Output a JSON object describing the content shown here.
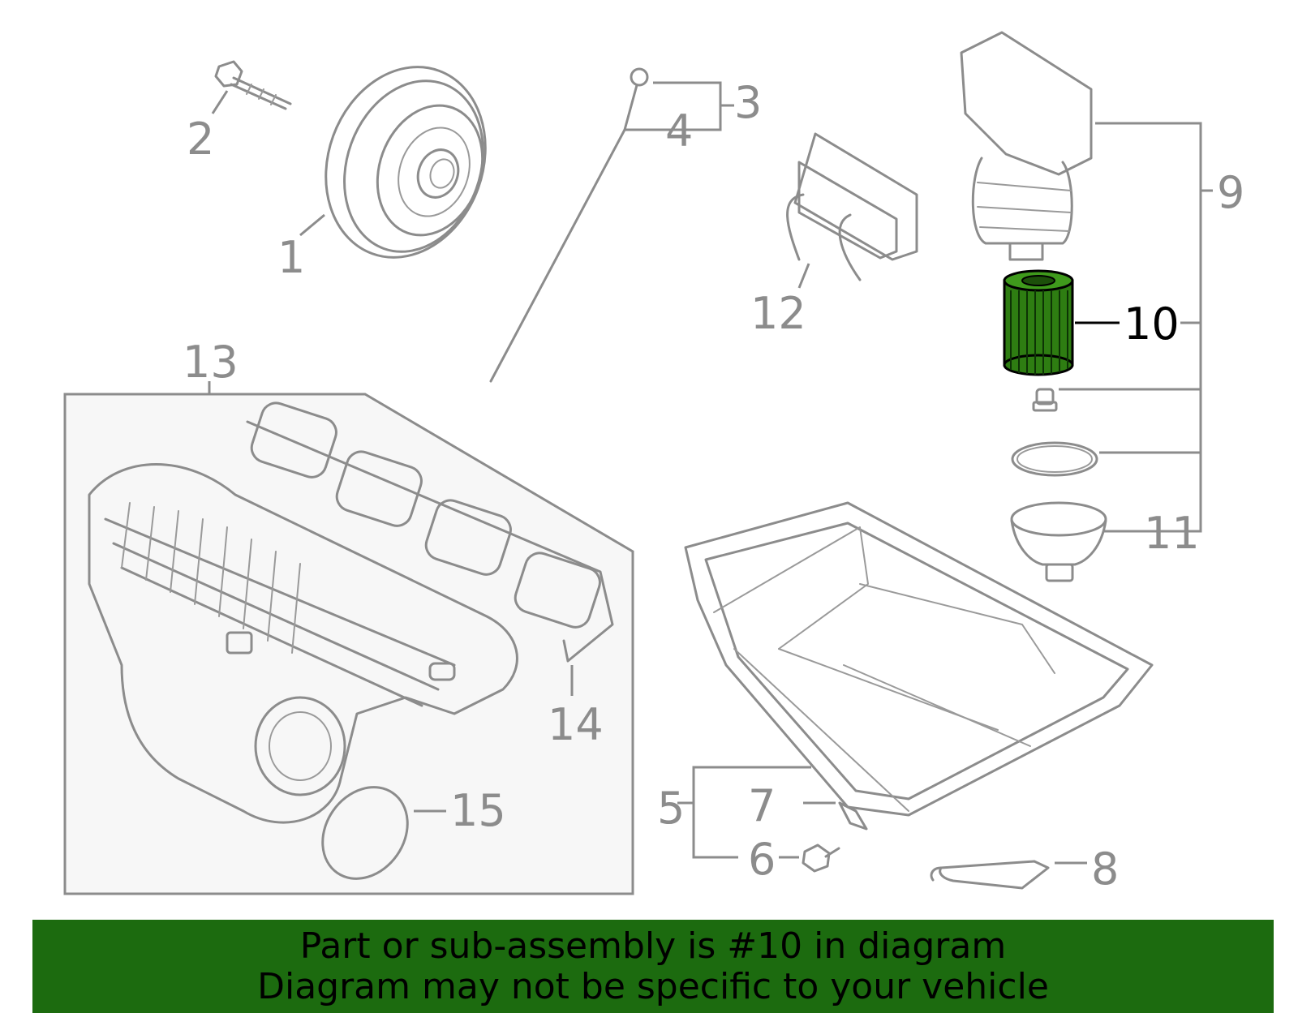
{
  "diagram": {
    "callouts": [
      "1",
      "2",
      "3",
      "4",
      "5",
      "6",
      "7",
      "8",
      "9",
      "10",
      "11",
      "12",
      "13",
      "14",
      "15"
    ],
    "highlight_callout": "10",
    "colors": {
      "line": "#8c8c8c",
      "highlight_fill": "#2e7d12",
      "highlight_text": "#000000",
      "panel_fill": "#f7f7f7",
      "banner": "#1c6b0f"
    }
  },
  "banner": {
    "line1": "Part or sub-assembly is #10 in diagram",
    "line2": "Diagram may not be specific to your vehicle"
  }
}
